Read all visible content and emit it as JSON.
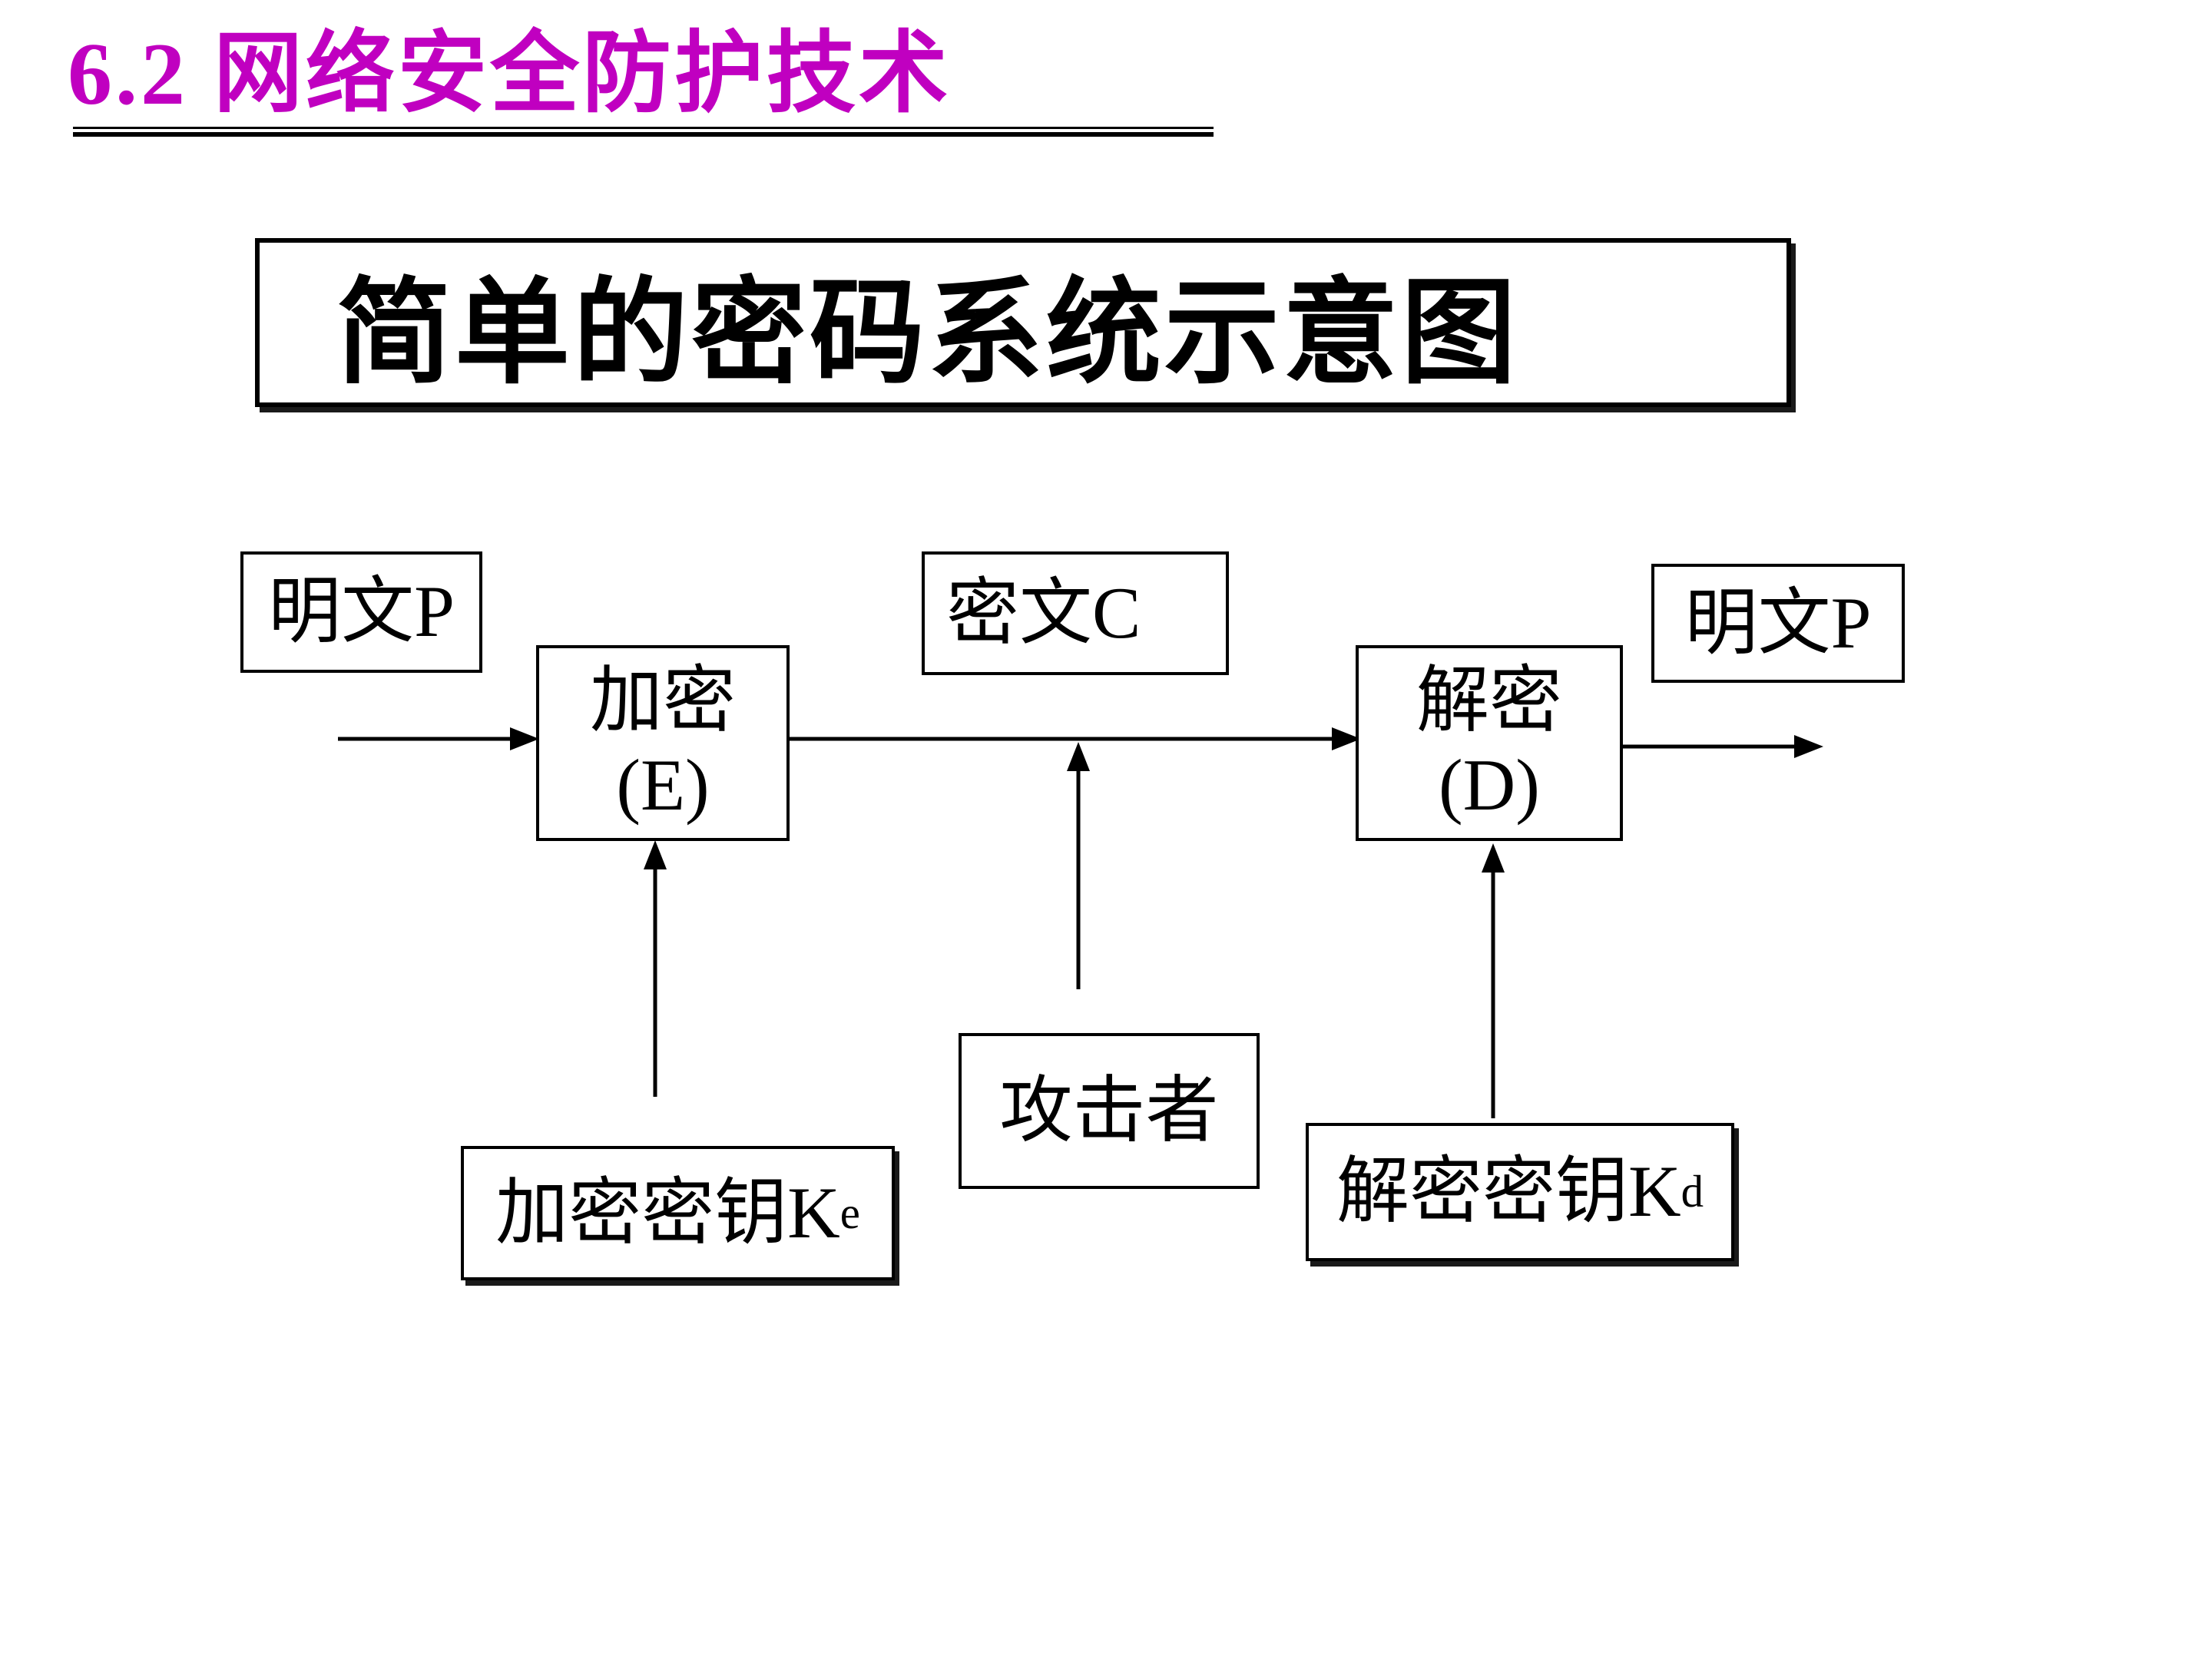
{
  "slide": {
    "section_header": {
      "text": "6.2 网络安全防护技术",
      "color": "#C000C0"
    },
    "diagram_title": {
      "text": "简单的密码系统示意图"
    },
    "nodes": {
      "plaintext_left": {
        "label": "明文P"
      },
      "encrypt": {
        "line1": "加密",
        "line2": "(E)"
      },
      "ciphertext": {
        "label": "密文C"
      },
      "decrypt": {
        "line1": "解密",
        "line2": "(D)"
      },
      "plaintext_right": {
        "label": "明文P"
      },
      "attacker": {
        "label": "攻击者"
      },
      "encrypt_key": {
        "label": "加密密钥K",
        "sub": "e"
      },
      "decrypt_key": {
        "label": "解密密钥K",
        "sub": "d"
      }
    },
    "arrows": {
      "color": "#000000"
    }
  }
}
